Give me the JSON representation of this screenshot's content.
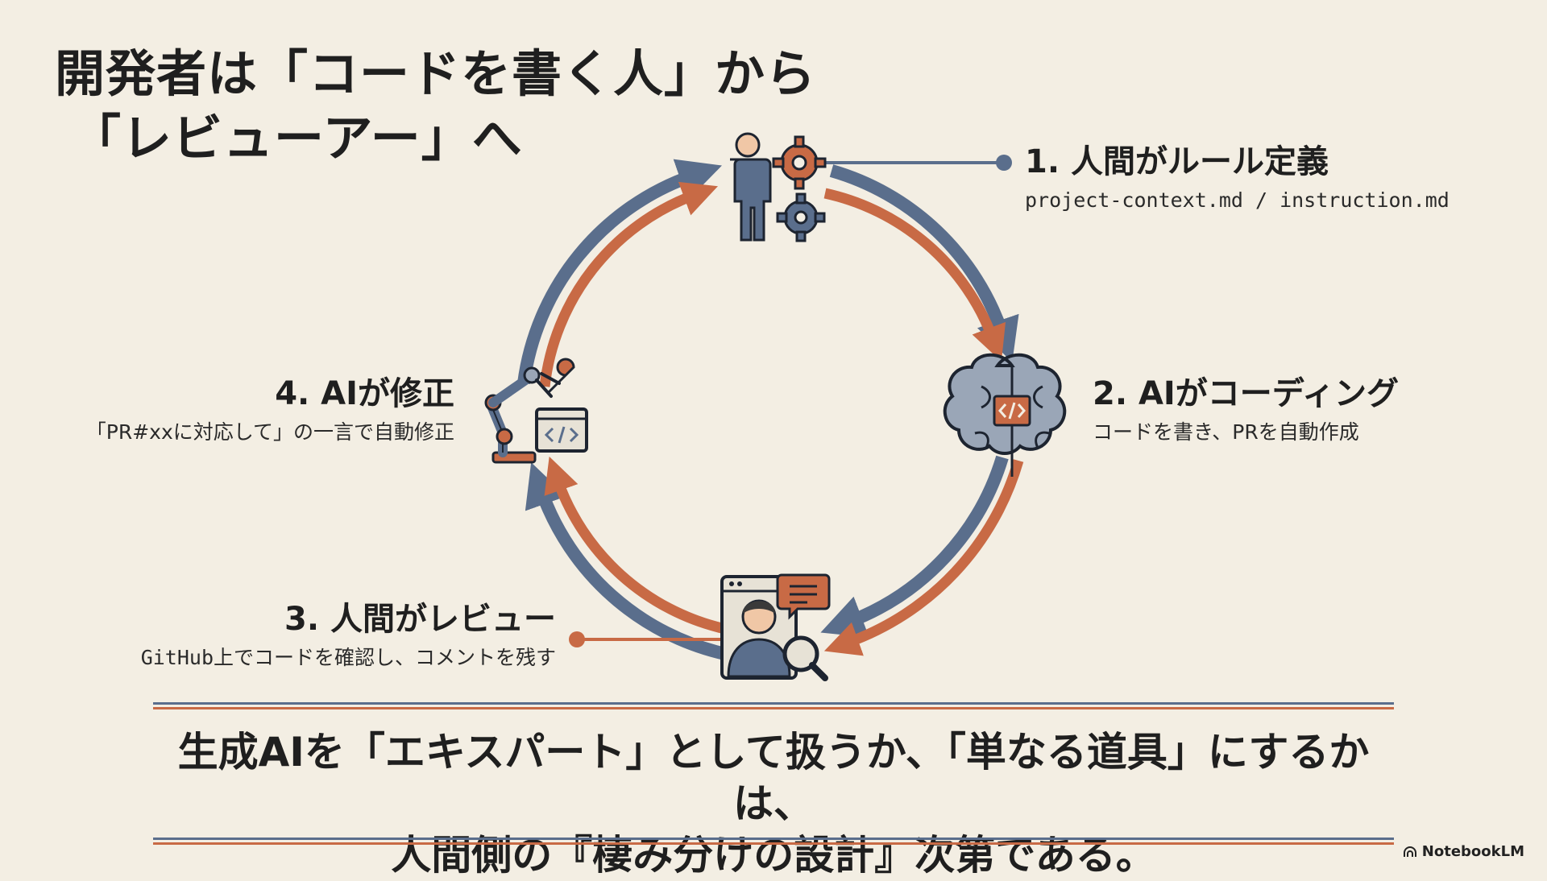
{
  "title": {
    "line1": "開発者は「コードを書く人」から",
    "line2": "「レビューアー」へ"
  },
  "steps": [
    {
      "head": "1. 人間がルール定義",
      "sub": "project-context.md / instruction.md"
    },
    {
      "head": "2. AIがコーディング",
      "sub": "コードを書き、PRを自動作成"
    },
    {
      "head": "3. 人間がレビュー",
      "sub": "GitHub上でコードを確認し、コメントを残す"
    },
    {
      "head": "4. AIが修正",
      "sub": "「PR#xxに対応して」の一言で自動修正"
    }
  ],
  "icons": {
    "step1": "person-with-gears-icon",
    "step2": "brain-code-icon",
    "step3": "code-reviewer-icon",
    "step4": "robot-arm-code-icon"
  },
  "conclusion": {
    "line1": "生成AIを「エキスパート」として扱うか、「単なる道具」にするかは、",
    "line2": "人間側の『棲み分けの設計』次第である。"
  },
  "brand": "NotebookLM",
  "colors": {
    "background": "#f3eee3",
    "blue": "#5a6e8c",
    "orange": "#c86a45",
    "text": "#1f1f1f"
  }
}
